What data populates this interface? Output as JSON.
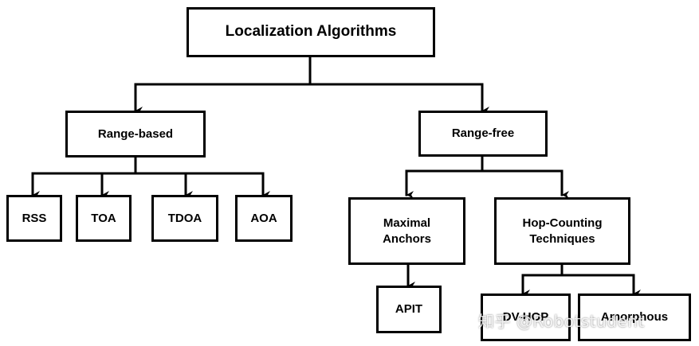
{
  "nodes": {
    "root": "Localization Algorithms",
    "range_based": "Range-based",
    "range_free": "Range-free",
    "rss": "RSS",
    "toa": "TOA",
    "tdoa": "TDOA",
    "aoa": "AOA",
    "maximal_anchors": "Maximal\nAnchors",
    "hop_counting": "Hop-Counting\nTechniques",
    "apit": "APIT",
    "dv_hop": "DV-HOP",
    "amorphous": "Amorphous"
  },
  "watermark": "知乎 @Robotstudent",
  "colors": {
    "line": "#000000",
    "box_border": "#000000",
    "background": "#ffffff"
  }
}
